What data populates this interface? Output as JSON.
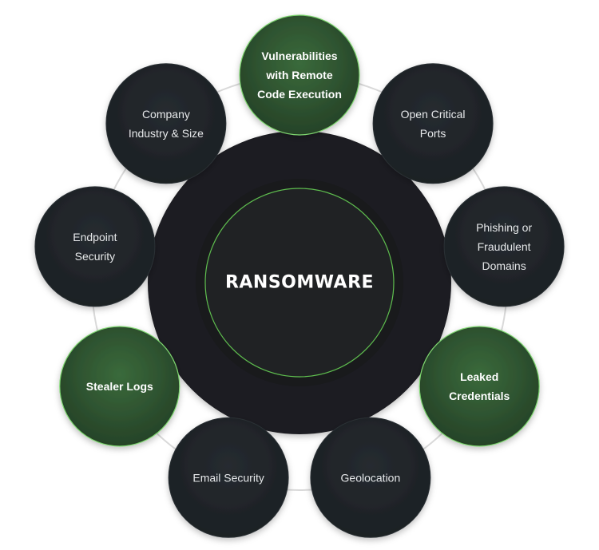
{
  "center": {
    "label": "RANSOMWARE"
  },
  "colors": {
    "dark_node": "#202428",
    "highlight_node": "#2f5531",
    "highlight_border": "#7ed56f",
    "center_outer": "#1e1f21",
    "center_inner": "#202224",
    "ring": "#d9d9d9"
  },
  "nodes": [
    {
      "id": "vulnerabilities",
      "lines": [
        "Vulnerabilities",
        "with Remote",
        "Code Execution"
      ],
      "highlight": true
    },
    {
      "id": "open-critical-ports",
      "lines": [
        "Open Critical",
        "Ports"
      ],
      "highlight": false
    },
    {
      "id": "phishing-domains",
      "lines": [
        "Phishing or",
        "Fraudulent",
        "Domains"
      ],
      "highlight": false
    },
    {
      "id": "leaked-credentials",
      "lines": [
        "Leaked",
        "Credentials"
      ],
      "highlight": true
    },
    {
      "id": "geolocation",
      "lines": [
        "Geolocation"
      ],
      "highlight": false
    },
    {
      "id": "email-security",
      "lines": [
        "Email Security"
      ],
      "highlight": false
    },
    {
      "id": "stealer-logs",
      "lines": [
        "Stealer Logs"
      ],
      "highlight": true
    },
    {
      "id": "endpoint-security",
      "lines": [
        "Endpoint",
        "Security"
      ],
      "highlight": false
    },
    {
      "id": "company-industry-size",
      "lines": [
        "Company",
        "Industry & Size"
      ],
      "highlight": false
    }
  ]
}
